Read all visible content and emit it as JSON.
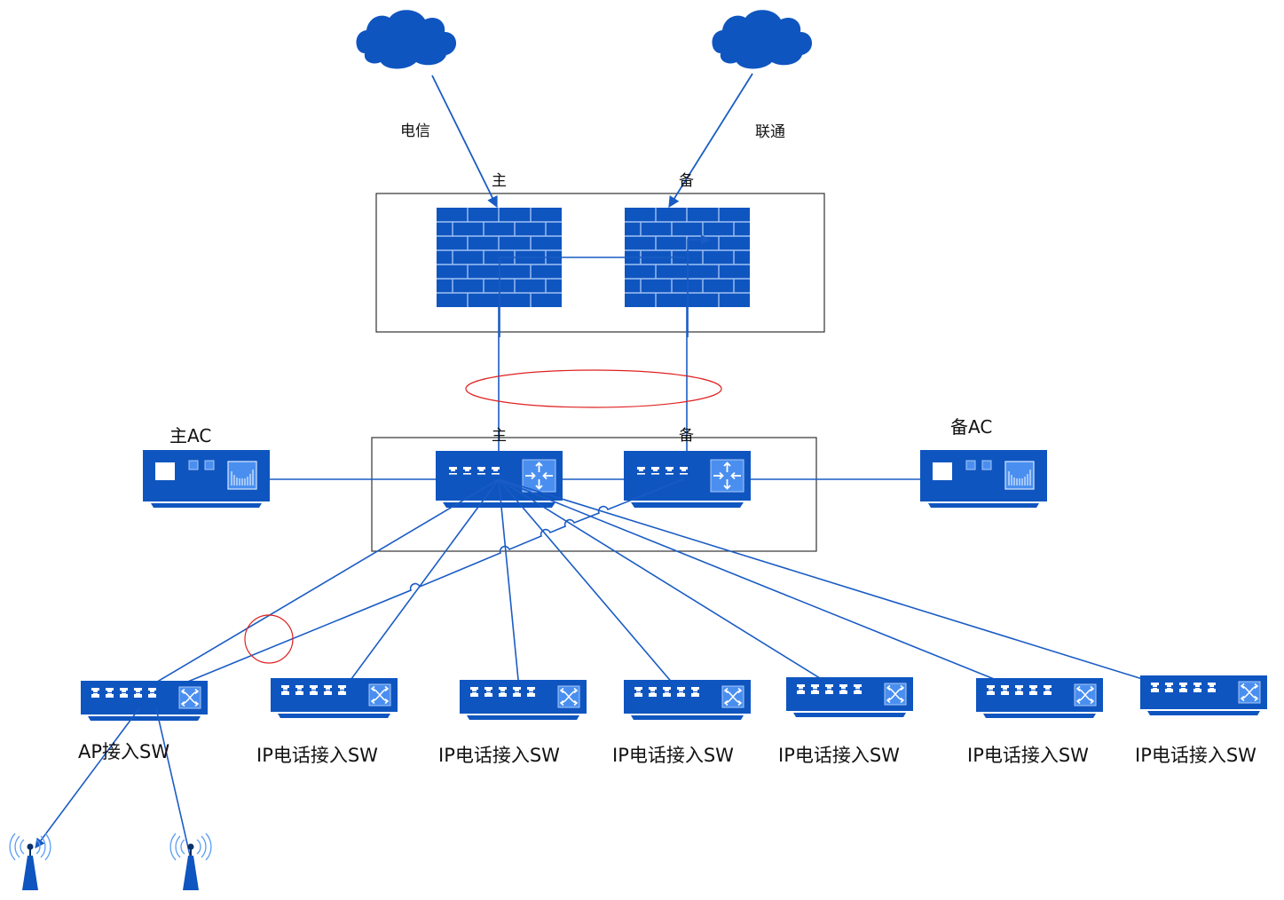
{
  "diagram": {
    "colors": {
      "device": "#0f55c0",
      "device_light": "#4a8ff0",
      "line": "#1a5cc4",
      "highlight": "#e02020",
      "group_border": "#333333"
    },
    "isps": [
      {
        "id": "isp-telecom",
        "label": "电信",
        "icon": "cloud-icon",
        "role": "主"
      },
      {
        "id": "isp-unicom",
        "label": "联通",
        "icon": "cloud-icon",
        "role": "备"
      }
    ],
    "firewall_group": {
      "firewalls": [
        {
          "id": "firewall-primary",
          "role": "主",
          "icon": "firewall-icon"
        },
        {
          "id": "firewall-backup",
          "role": "备",
          "icon": "firewall-icon"
        }
      ]
    },
    "core_group": {
      "switches": [
        {
          "id": "core-switch-primary",
          "role": "主",
          "icon": "l3-switch-icon"
        },
        {
          "id": "core-switch-backup",
          "role": "备",
          "icon": "l3-switch-icon"
        }
      ]
    },
    "controllers": [
      {
        "id": "ac-primary",
        "label": "主AC",
        "icon": "wireless-controller-icon"
      },
      {
        "id": "ac-backup",
        "label": "备AC",
        "icon": "wireless-controller-icon"
      }
    ],
    "access_switches": [
      {
        "id": "ap-access-sw",
        "label": "AP接入SW",
        "icon": "access-switch-icon"
      },
      {
        "id": "ip-phone-sw-1",
        "label": "IP电话接入SW",
        "icon": "access-switch-icon"
      },
      {
        "id": "ip-phone-sw-2",
        "label": "IP电话接入SW",
        "icon": "access-switch-icon"
      },
      {
        "id": "ip-phone-sw-3",
        "label": "IP电话接入SW",
        "icon": "access-switch-icon"
      },
      {
        "id": "ip-phone-sw-4",
        "label": "IP电话接入SW",
        "icon": "access-switch-icon"
      },
      {
        "id": "ip-phone-sw-5",
        "label": "IP电话接入SW",
        "icon": "access-switch-icon"
      },
      {
        "id": "ip-phone-sw-6",
        "label": "IP电话接入SW",
        "icon": "access-switch-icon"
      }
    ],
    "access_points": [
      {
        "id": "ap-1",
        "icon": "access-point-icon"
      },
      {
        "id": "ap-2",
        "icon": "access-point-icon"
      }
    ],
    "annotations": [
      {
        "id": "stack-link-ellipse",
        "shape": "ellipse",
        "meaning": "aggregated uplinks"
      },
      {
        "id": "dual-uplink-circle",
        "shape": "circle",
        "meaning": "dual uplinks"
      }
    ]
  }
}
